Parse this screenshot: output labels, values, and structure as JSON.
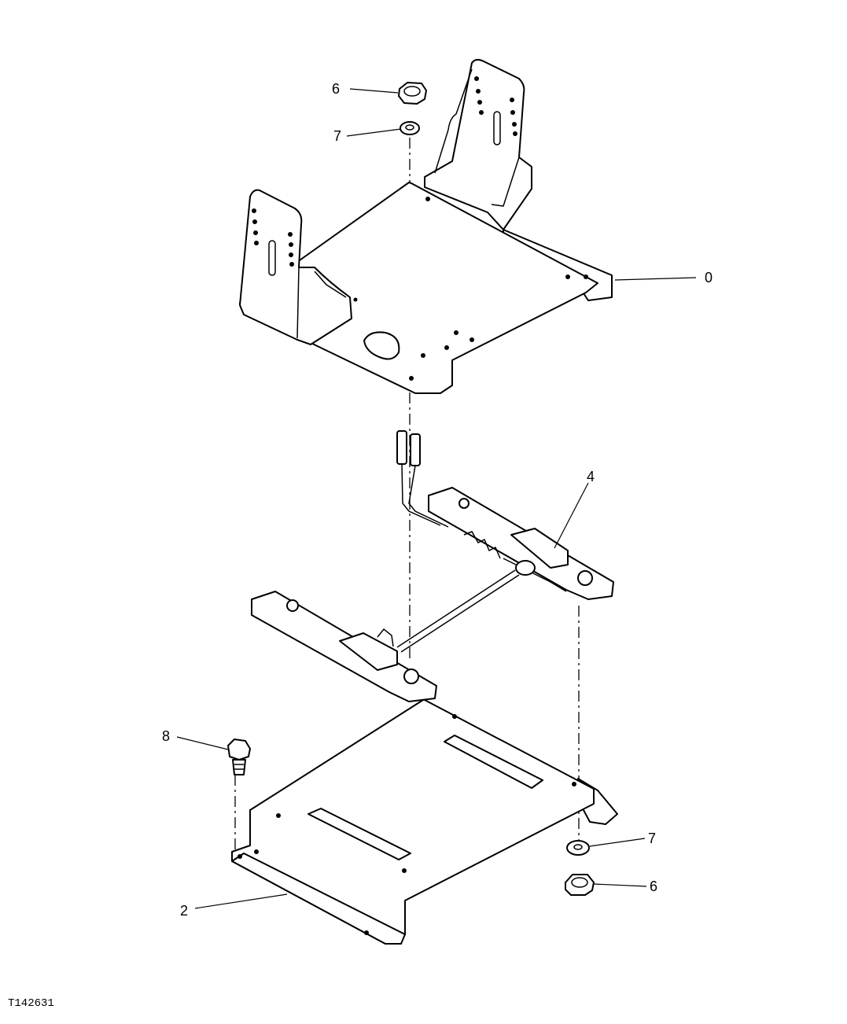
{
  "figure_id": "T142631",
  "callouts": {
    "c0": "0",
    "c2": "2",
    "c4": "4",
    "c6_top": "6",
    "c7_top": "7",
    "c6_bottom": "6",
    "c7_bottom": "7",
    "c8": "8"
  }
}
